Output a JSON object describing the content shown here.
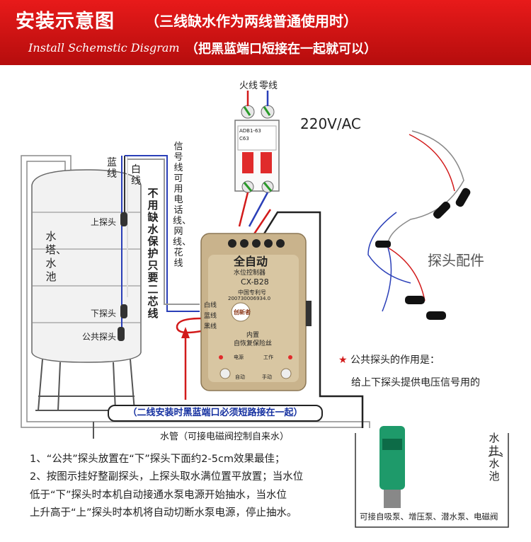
{
  "header": {
    "title": "安装示意图",
    "subtitle": "（三线缺水作为两线普通使用时）",
    "english": "Install Schemstic Disgram",
    "tip": "（把黑蓝端口短接在一起就可以）"
  },
  "breaker": {
    "live_label": "火线",
    "neutral_label": "零线",
    "voltage": "220V/AC",
    "model": "ADB1-63",
    "rating": "C63"
  },
  "tower": {
    "name": "水塔、水池",
    "blue_wire": "蓝线",
    "white_wire": "白线",
    "upper_probe": "上探头",
    "lower_probe": "下探头",
    "common_probe": "公共探头"
  },
  "signal_note": "信号线可用电话线、网线、花线",
  "two_wire_note": "不用缺水保护只要二芯线",
  "controller": {
    "brand": "全自动",
    "type": "水位控制器",
    "model": "CX-B28",
    "patent": "中国专利号",
    "patent_no": "200730006934.0",
    "logo": "创新者",
    "protect_1": "内置",
    "protect_2": "自恢复保险丝",
    "terminal_white": "白线",
    "terminal_blue": "蓝线",
    "terminal_black": "黑线",
    "lamp_power": "电源",
    "lamp_work": "工作",
    "btn_auto": "自动",
    "btn_manual": "手动"
  },
  "short_note": "（二线安装时黑蓝端口必须短路接在一起）",
  "pipe_label": "水管（可接电磁阀控制自来水）",
  "probe_accessory": "探头配件",
  "common_probe_title": "公共探头的作用是：",
  "common_probe_desc": "给上下探头提供电压信号用的",
  "well": "水井、水池",
  "pump_note": "可接自吸泵、增压泵、潜水泵、电磁阀",
  "notes": [
    "1、“公共”探头放置在“下”探头下面约2-5cm效果最佳；",
    "2、按图示挂好整副探头，上探头取水满位置平放置；当水位",
    "低于“下”探头时本机自动接通水泵电源开始抽水，当水位",
    "上升高于“上”探头时本机将自动切断水泵电源，停止抽水。"
  ],
  "colors": {
    "header_red": "#d11313",
    "accent_blue": "#1530a0",
    "wire_red": "#d21a1a",
    "wire_blue": "#2a3fb8",
    "controller_gold": "#c9b38c"
  },
  "icons": {
    "star": "★"
  }
}
